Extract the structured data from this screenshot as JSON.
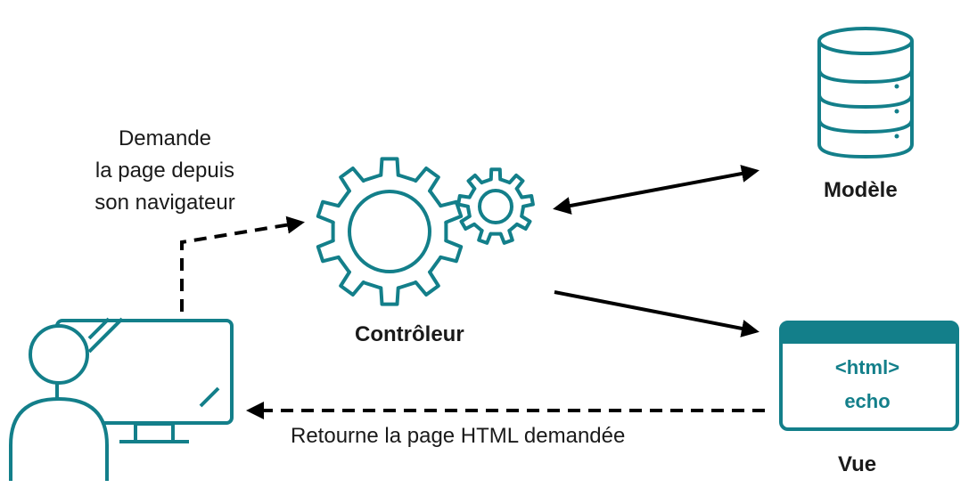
{
  "request_label_lines": [
    "Demande",
    "la page depuis",
    "son navigateur"
  ],
  "controller": {
    "label": "Contrôleur"
  },
  "model": {
    "label": "Modèle"
  },
  "view": {
    "label": "Vue",
    "code_line1": "<html>",
    "code_line2": "echo"
  },
  "response_label": "Retourne la page HTML demandée",
  "colors": {
    "accent": "#137f8a",
    "text": "#1a1a1a",
    "arrow": "#000000",
    "background": "#ffffff"
  },
  "icons": [
    "user-icon",
    "monitor-icon",
    "gears-icon",
    "database-icon",
    "browser-window-icon"
  ]
}
